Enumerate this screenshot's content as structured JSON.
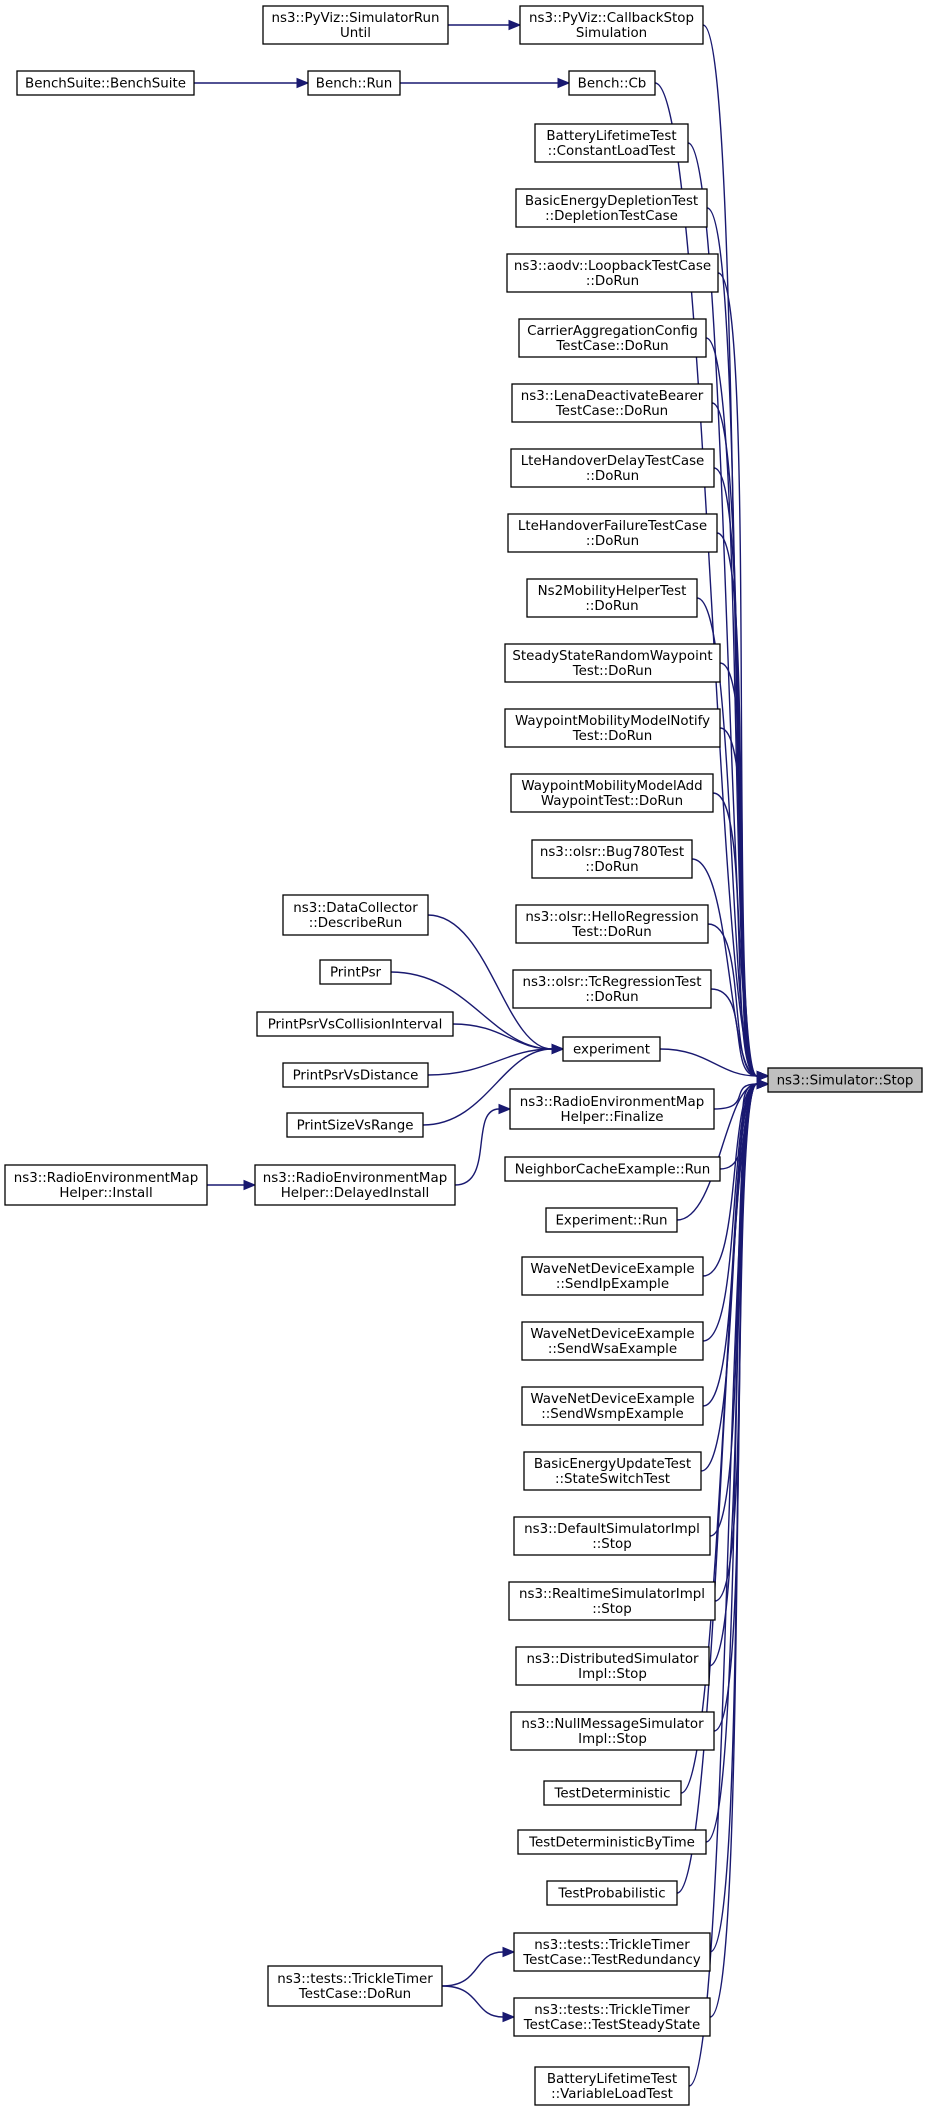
{
  "graph": {
    "edge_color": "#191970",
    "focus_fill": "#bfbfbf",
    "nodes": {
      "stop": [
        "ns3::Simulator::Stop"
      ],
      "cbstop": [
        "ns3::PyViz::CallbackStop",
        "Simulation"
      ],
      "simrununtil": [
        "ns3::PyViz::SimulatorRun",
        "Until"
      ],
      "benchcb": [
        "Bench::Cb"
      ],
      "benchrun": [
        "Bench::Run"
      ],
      "benchsuite": [
        "BenchSuite::BenchSuite"
      ],
      "battconst": [
        "BatteryLifetimeTest",
        "::ConstantLoadTest"
      ],
      "basicdepl": [
        "BasicEnergyDepletionTest",
        "::DepletionTestCase"
      ],
      "aodvloop": [
        "ns3::aodv::LoopbackTestCase",
        "::DoRun"
      ],
      "carrier": [
        "CarrierAggregationConfig",
        "TestCase::DoRun"
      ],
      "lenadeact": [
        "ns3::LenaDeactivateBearer",
        "TestCase::DoRun"
      ],
      "ltehodelay": [
        "LteHandoverDelayTestCase",
        "::DoRun"
      ],
      "ltehofail": [
        "LteHandoverFailureTestCase",
        "::DoRun"
      ],
      "ns2mob": [
        "Ns2MobilityHelperTest",
        "::DoRun"
      ],
      "steadyrwp": [
        "SteadyStateRandomWaypoint",
        "Test::DoRun"
      ],
      "wpnotify": [
        "WaypointMobilityModelNotify",
        "Test::DoRun"
      ],
      "wpadd": [
        "WaypointMobilityModelAdd",
        "WaypointTest::DoRun"
      ],
      "olsrbug": [
        "ns3::olsr::Bug780Test",
        "::DoRun"
      ],
      "olsrhello": [
        "ns3::olsr::HelloRegression",
        "Test::DoRun"
      ],
      "olsrtc": [
        "ns3::olsr::TcRegressionTest",
        "::DoRun"
      ],
      "experiment": [
        "experiment"
      ],
      "datacoll": [
        "ns3::DataCollector",
        "::DescribeRun"
      ],
      "printpsr": [
        "PrintPsr"
      ],
      "printpsrci": [
        "PrintPsrVsCollisionInterval"
      ],
      "printpsrdist": [
        "PrintPsrVsDistance"
      ],
      "printsize": [
        "PrintSizeVsRange"
      ],
      "remfinalize": [
        "ns3::RadioEnvironmentMap",
        "Helper::Finalize"
      ],
      "remdelayed": [
        "ns3::RadioEnvironmentMap",
        "Helper::DelayedInstall"
      ],
      "reminstall": [
        "ns3::RadioEnvironmentMap",
        "Helper::Install"
      ],
      "neighbor": [
        "NeighborCacheExample::Run"
      ],
      "exprun": [
        "Experiment::Run"
      ],
      "wavesendip": [
        "WaveNetDeviceExample",
        "::SendIpExample"
      ],
      "wavesendwsa": [
        "WaveNetDeviceExample",
        "::SendWsaExample"
      ],
      "wavesendwsmp": [
        "WaveNetDeviceExample",
        "::SendWsmpExample"
      ],
      "basicupdate": [
        "BasicEnergyUpdateTest",
        "::StateSwitchTest"
      ],
      "defimpl": [
        "ns3::DefaultSimulatorImpl",
        "::Stop"
      ],
      "rtimpl": [
        "ns3::RealtimeSimulatorImpl",
        "::Stop"
      ],
      "distimpl": [
        "ns3::DistributedSimulator",
        "Impl::Stop"
      ],
      "nullmsg": [
        "ns3::NullMessageSimulator",
        "Impl::Stop"
      ],
      "testdet": [
        "TestDeterministic"
      ],
      "testdettime": [
        "TestDeterministicByTime"
      ],
      "testprob": [
        "TestProbabilistic"
      ],
      "trickleredund": [
        "ns3::tests::TrickleTimer",
        "TestCase::TestRedundancy"
      ],
      "tricklesteady": [
        "ns3::tests::TrickleTimer",
        "TestCase::TestSteadyState"
      ],
      "trickledorun": [
        "ns3::tests::TrickleTimer",
        "TestCase::DoRun"
      ],
      "battvar": [
        "BatteryLifetimeTest",
        "::VariableLoadTest"
      ]
    },
    "edges": [
      [
        "simrununtil",
        "cbstop"
      ],
      [
        "benchsuite",
        "benchrun"
      ],
      [
        "benchrun",
        "benchcb"
      ],
      [
        "datacoll",
        "experiment"
      ],
      [
        "printpsr",
        "experiment"
      ],
      [
        "printpsrci",
        "experiment"
      ],
      [
        "printpsrdist",
        "experiment"
      ],
      [
        "printsize",
        "experiment"
      ],
      [
        "reminstall",
        "remdelayed"
      ],
      [
        "remdelayed",
        "remfinalize"
      ],
      [
        "trickledorun",
        "trickleredund"
      ],
      [
        "trickledorun",
        "tricklesteady"
      ],
      [
        "cbstop",
        "stop"
      ],
      [
        "benchcb",
        "stop"
      ],
      [
        "battconst",
        "stop"
      ],
      [
        "basicdepl",
        "stop"
      ],
      [
        "aodvloop",
        "stop"
      ],
      [
        "carrier",
        "stop"
      ],
      [
        "lenadeact",
        "stop"
      ],
      [
        "ltehodelay",
        "stop"
      ],
      [
        "ltehofail",
        "stop"
      ],
      [
        "ns2mob",
        "stop"
      ],
      [
        "steadyrwp",
        "stop"
      ],
      [
        "wpnotify",
        "stop"
      ],
      [
        "wpadd",
        "stop"
      ],
      [
        "olsrbug",
        "stop"
      ],
      [
        "olsrhello",
        "stop"
      ],
      [
        "olsrtc",
        "stop"
      ],
      [
        "experiment",
        "stop"
      ],
      [
        "remfinalize",
        "stop"
      ],
      [
        "neighbor",
        "stop"
      ],
      [
        "exprun",
        "stop"
      ],
      [
        "wavesendip",
        "stop"
      ],
      [
        "wavesendwsa",
        "stop"
      ],
      [
        "wavesendwsmp",
        "stop"
      ],
      [
        "basicupdate",
        "stop"
      ],
      [
        "defimpl",
        "stop"
      ],
      [
        "rtimpl",
        "stop"
      ],
      [
        "distimpl",
        "stop"
      ],
      [
        "nullmsg",
        "stop"
      ],
      [
        "testdet",
        "stop"
      ],
      [
        "testdettime",
        "stop"
      ],
      [
        "testprob",
        "stop"
      ],
      [
        "trickleredund",
        "stop"
      ],
      [
        "tricklesteady",
        "stop"
      ],
      [
        "battvar",
        "stop"
      ]
    ]
  }
}
